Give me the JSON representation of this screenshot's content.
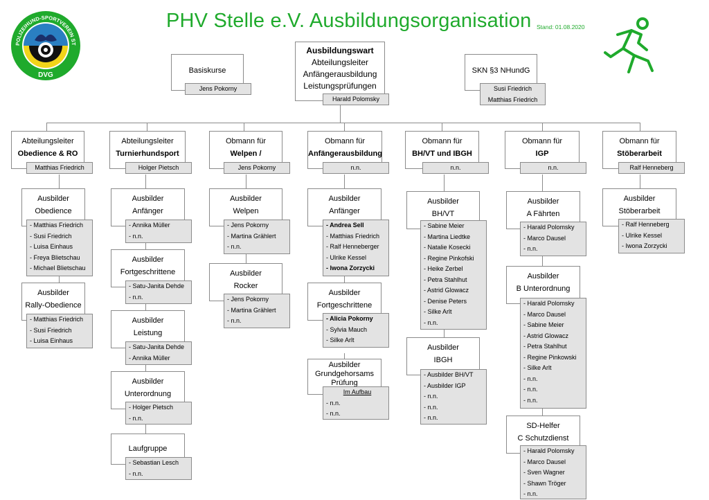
{
  "header": {
    "title": "PHV Stelle e.V. Ausbildungsorganisation",
    "stand": "Stand: 01.08.2020",
    "logo_text": "POLIZEIHUND-SPORTVEREIN STELLE E.V.",
    "logo_bottom": "DVG"
  },
  "top": {
    "basiskurse": {
      "title": "Basiskurse",
      "person": "Jens Pokorny"
    },
    "wart": {
      "title": "Ausbildungswart",
      "roles": [
        "Abteilungsleiter",
        "Anfängerausbildung",
        "Leistungsprüfungen"
      ],
      "person": "Harald Polomsky"
    },
    "skn": {
      "title": "SKN §3 NHundG",
      "persons": [
        "Susi Friedrich",
        "Matthias Friedrich"
      ]
    }
  },
  "leads": [
    {
      "line1": "Abteilungsleiter",
      "line2": "Obedience & RO",
      "person": "Matthias Friedrich"
    },
    {
      "line1": "Abteilungsleiter",
      "line2": "Turnierhundsport",
      "person": "Holger Pietsch"
    },
    {
      "line1": "Obmann für",
      "line2": "Welpen / Junghunde",
      "person": "Jens Pokorny"
    },
    {
      "line1": "Obmann für",
      "line2": "Anfängerausbildung",
      "person": "n.n."
    },
    {
      "line1": "Obmann für",
      "line2": "BH/VT und IBGH",
      "person": "n.n."
    },
    {
      "line1": "Obmann für",
      "line2": "IGP",
      "person": "n.n."
    },
    {
      "line1": "Obmann für",
      "line2": "Stöberarbeit",
      "person": "Ralf Henneberg"
    }
  ],
  "groups": {
    "obedience": {
      "title": [
        "Ausbilder",
        "Obedience"
      ],
      "members": [
        "- Matthias Friedrich",
        "- Susi Friedrich",
        "- Luisa Einhaus",
        "- Freya Blietschau",
        "- Michael Blietschau"
      ]
    },
    "rally": {
      "title": [
        "Ausbilder",
        "Rally-Obedience"
      ],
      "members": [
        "- Matthias Friedrich",
        "- Susi Friedrich",
        "- Luisa Einhaus"
      ]
    },
    "t_anfaenger": {
      "title": [
        "Ausbilder",
        "Anfänger"
      ],
      "members": [
        "- Annika Müller",
        "- n.n."
      ]
    },
    "t_fortgeschrittene": {
      "title": [
        "Ausbilder",
        "Fortgeschrittene"
      ],
      "members": [
        "- Satu-Janita Dehde",
        "- n.n."
      ]
    },
    "t_leistung": {
      "title": [
        "Ausbilder",
        "Leistung"
      ],
      "members": [
        "- Satu-Janita Dehde",
        "- Annika Müller"
      ]
    },
    "t_unterordnung": {
      "title": [
        "Ausbilder",
        "Unterordnung"
      ],
      "members": [
        "- Holger Pietsch",
        "- n.n."
      ]
    },
    "t_laufgruppe": {
      "title": [
        "Laufgruppe"
      ],
      "members": [
        "- Sebastian Lesch",
        "- n.n."
      ]
    },
    "welpen": {
      "title": [
        "Ausbilder",
        "Welpen"
      ],
      "members": [
        "- Jens Pokorny",
        "- Martina Grählert",
        "- n.n."
      ]
    },
    "rocker": {
      "title": [
        "Ausbilder",
        "Rocker"
      ],
      "members": [
        "- Jens Pokorny",
        "- Martina Grählert",
        "- n.n."
      ]
    },
    "a_anfaenger": {
      "title": [
        "Ausbilder",
        "Anfänger"
      ],
      "members": [
        "- Andrea Sell",
        "- Matthias Friedrich",
        "- Ralf Henneberger",
        "- Ulrike Kessel",
        "- Iwona Zorzycki"
      ]
    },
    "a_fortgeschrittene": {
      "title": [
        "Ausbilder",
        "Fortgeschrittene"
      ],
      "members": [
        "- Alicia Pokorny",
        "- Sylvia Mauch",
        "- Silke Arlt"
      ]
    },
    "grundgehorsam": {
      "title": [
        "Ausbilder",
        "Grundgehorsams",
        "Prüfung"
      ],
      "status": "Im Aufbau",
      "members": [
        "- n.n.",
        "- n.n."
      ]
    },
    "bhvt": {
      "title": [
        "Ausbilder",
        "BH/VT"
      ],
      "members": [
        "- Sabine Meier",
        "- Martina Liedtke",
        "- Natalie Kosecki",
        "- Regine Pinkofski",
        "- Heike Zerbel",
        "- Petra Stahlhut",
        "- Astrid Glowacz",
        "- Denise Peters",
        "- Silke Arlt",
        "- n.n."
      ]
    },
    "ibgh": {
      "title": [
        "Ausbilder",
        "IBGH"
      ],
      "members": [
        "- Ausbilder BH/VT",
        "- Ausbilder IGP",
        "- n.n.",
        "- n.n.",
        "- n.n."
      ]
    },
    "faehrten": {
      "title": [
        "Ausbilder",
        "A Fährten"
      ],
      "members": [
        "- Harald Polomsky",
        "- Marco Dausel",
        "- n.n."
      ]
    },
    "unterordnung_b": {
      "title": [
        "Ausbilder",
        "B Unterordnung"
      ],
      "members": [
        "- Harald Polomsky",
        "- Marco Dausel",
        "- Sabine Meier",
        "- Astrid Glowacz",
        "- Petra Stahlhut",
        "- Regine Pinkowski",
        "- Silke Arlt",
        "- n.n.",
        "- n.n.",
        "- n.n."
      ]
    },
    "schutzdienst": {
      "title": [
        "SD-Helfer",
        "C Schutzdienst"
      ],
      "members": [
        "- Harald Polomsky",
        "- Marco Dausel",
        "- Sven Wagner",
        "- Shawn Tröger",
        "- n.n."
      ]
    },
    "stoeber": {
      "title": [
        "Ausbilder",
        "Stöberarbeit"
      ],
      "members": [
        "- Ralf Henneberg",
        "- Ulrike Kessel",
        "- Iwona Zorzycki"
      ]
    }
  },
  "colors": {
    "accent": "#1faa2c",
    "box_border": "#8a8a8a",
    "sub_fill": "#e3e3e3"
  }
}
